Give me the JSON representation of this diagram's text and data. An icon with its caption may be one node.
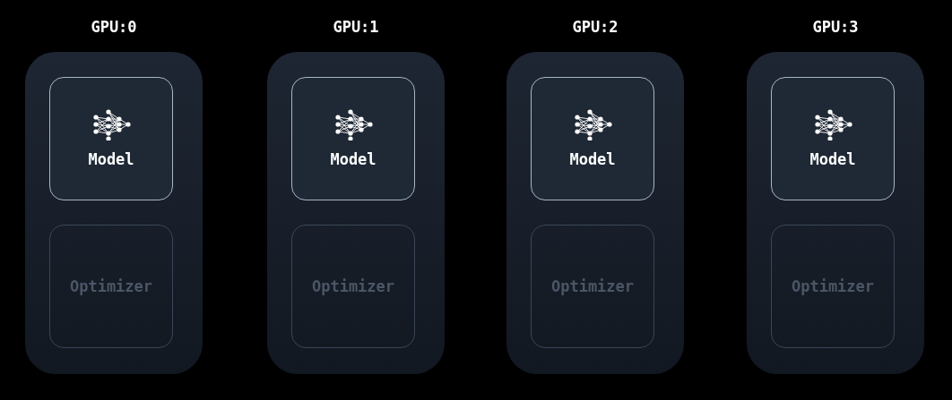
{
  "diagram": {
    "nodes": [
      {
        "text": [
          "GPU:0"
        ]
      },
      {
        "text": [
          "Model"
        ],
        "in": 0
      },
      {
        "text": [
          "Optimizer"
        ],
        "in": 0
      },
      {
        "text": [
          "GPU:1"
        ]
      },
      {
        "text": [
          "Model"
        ],
        "in": 3
      },
      {
        "text": [
          "Optimizer"
        ],
        "in": 3
      },
      {
        "text": [
          "GPU:2"
        ]
      },
      {
        "text": [
          "Model"
        ],
        "in": 6
      },
      {
        "text": [
          "Optimizer"
        ],
        "in": 6
      },
      {
        "text": [
          "GPU:3"
        ]
      },
      {
        "text": [
          "Model"
        ],
        "in": 9
      },
      {
        "text": [
          "Optimizer"
        ],
        "in": 9
      }
    ]
  }
}
